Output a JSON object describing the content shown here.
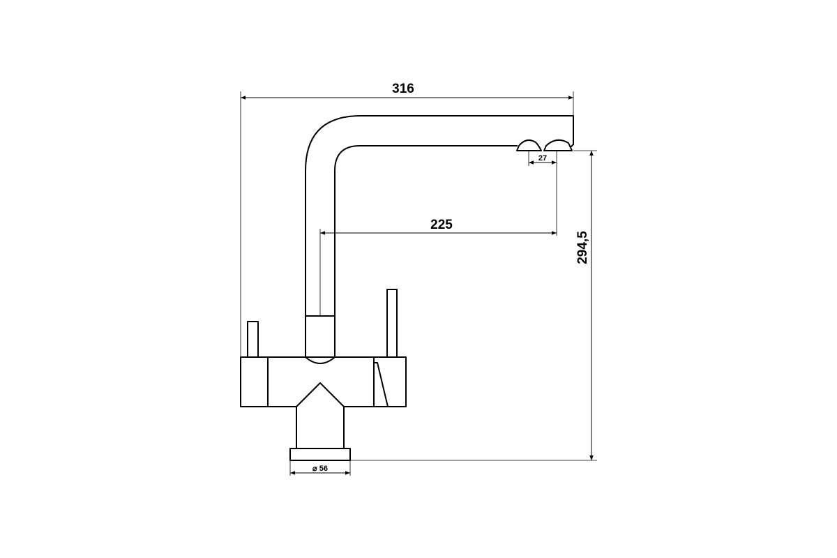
{
  "drawing": {
    "subject": "three-way kitchen mixer tap",
    "dimensions": {
      "overall_width": "316",
      "overall_height": "294,5",
      "spout_reach": "225",
      "outlet_spacing": "27",
      "base_diameter": "⌀ 56"
    },
    "colors": {
      "background": "#ffffff",
      "line": "#000000"
    }
  }
}
